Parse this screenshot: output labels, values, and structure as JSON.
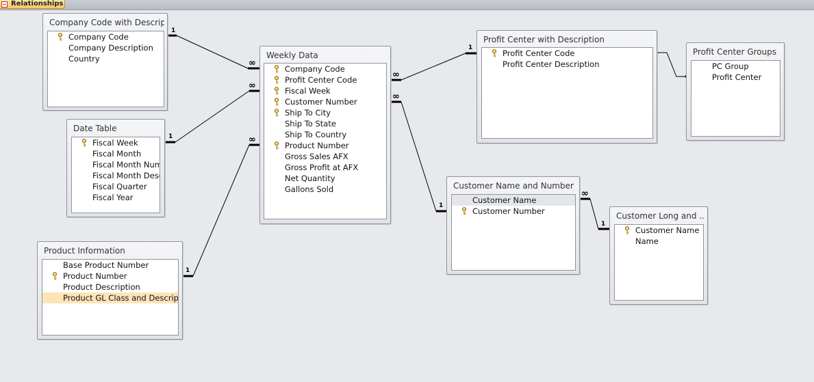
{
  "tab": {
    "label": "Relationships"
  },
  "tables": {
    "company": {
      "title": "Company Code with Descrip...",
      "fields": [
        {
          "name": "Company Code",
          "key": true
        },
        {
          "name": "Company Description",
          "key": false
        },
        {
          "name": "Country",
          "key": false
        }
      ]
    },
    "date": {
      "title": "Date Table",
      "fields": [
        {
          "name": "Fiscal Week",
          "key": true
        },
        {
          "name": "Fiscal Month",
          "key": false
        },
        {
          "name": "Fiscal Month Number",
          "key": false
        },
        {
          "name": "Fiscal Month Desc",
          "key": false
        },
        {
          "name": "Fiscal Quarter",
          "key": false
        },
        {
          "name": "Fiscal Year",
          "key": false
        }
      ]
    },
    "product": {
      "title": "Product Information",
      "fields": [
        {
          "name": "Base Product Number",
          "key": false
        },
        {
          "name": "Product Number",
          "key": true
        },
        {
          "name": "Product Description",
          "key": false
        },
        {
          "name": "Product GL Class and Description",
          "key": false,
          "selected": true
        }
      ]
    },
    "weekly": {
      "title": "Weekly Data",
      "fields": [
        {
          "name": "Company Code",
          "key": true
        },
        {
          "name": "Profit Center Code",
          "key": true
        },
        {
          "name": "Fiscal Week",
          "key": true
        },
        {
          "name": "Customer Number",
          "key": true
        },
        {
          "name": "Ship To City",
          "key": true
        },
        {
          "name": "Ship To State",
          "key": false
        },
        {
          "name": "Ship To Country",
          "key": false
        },
        {
          "name": "Product Number",
          "key": true
        },
        {
          "name": "Gross Sales AFX",
          "key": false
        },
        {
          "name": "Gross Profit at AFX",
          "key": false
        },
        {
          "name": "Net Quantity",
          "key": false
        },
        {
          "name": "Gallons Sold",
          "key": false
        }
      ]
    },
    "profit": {
      "title": "Profit Center with Description",
      "fields": [
        {
          "name": "Profit Center Code",
          "key": true
        },
        {
          "name": "Profit Center Description",
          "key": false
        }
      ]
    },
    "pcgroups": {
      "title": "Profit Center Groups",
      "fields": [
        {
          "name": "PC Group",
          "key": false
        },
        {
          "name": "Profit Center",
          "key": false
        }
      ]
    },
    "custname": {
      "title": "Customer Name and Number",
      "fields": [
        {
          "name": "Customer Name",
          "key": false,
          "selected_gray": true
        },
        {
          "name": "Customer Number",
          "key": true
        }
      ]
    },
    "custlong": {
      "title": "Customer Long and ...",
      "fields": [
        {
          "name": "Customer Name",
          "key": true
        },
        {
          "name": "Name",
          "key": false
        }
      ]
    }
  },
  "cardinality": {
    "one": "1",
    "many": "∞"
  }
}
